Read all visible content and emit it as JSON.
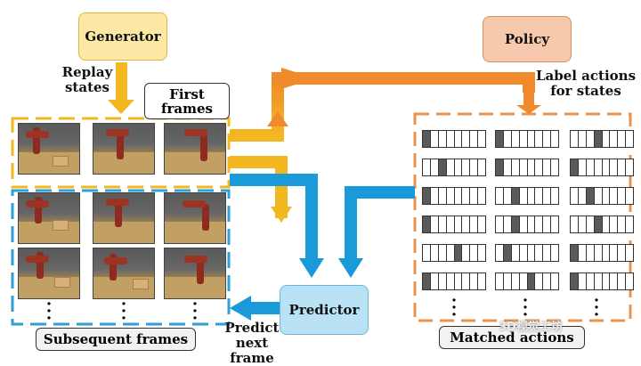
{
  "nodes": {
    "generator": "Generator",
    "policy": "Policy",
    "predictor": "Predictor"
  },
  "labels": {
    "replay_states": "Replay states",
    "label_actions": "Label actions for states",
    "predict_next_frame": "Predict next frame",
    "first_frames": "First frames",
    "subsequent_frames": "Subsequent frames",
    "matched_actions": "Matched actions"
  },
  "watermark": "3D视觉工坊",
  "colors": {
    "orange": "#f08a2a",
    "yellow": "#f3b820",
    "blue": "#1a9ad9",
    "dashed_orange": "#e8934e",
    "dashed_blue": "#2f9fd5"
  },
  "action_grid": {
    "columns": [
      {
        "rows": [
          [
            1,
            0,
            0,
            0,
            0,
            0,
            0,
            0
          ],
          [
            0,
            0,
            1,
            0,
            0,
            0,
            0,
            0
          ],
          [
            1,
            0,
            0,
            0,
            0,
            0,
            0,
            0
          ],
          [
            1,
            0,
            0,
            0,
            0,
            0,
            0,
            0
          ],
          [
            0,
            0,
            0,
            0,
            1,
            0,
            0,
            0
          ],
          [
            1,
            0,
            0,
            0,
            0,
            0,
            0,
            0
          ]
        ]
      },
      {
        "rows": [
          [
            1,
            0,
            0,
            0,
            0,
            0,
            0,
            0
          ],
          [
            1,
            0,
            0,
            0,
            0,
            0,
            0,
            0
          ],
          [
            0,
            0,
            1,
            0,
            0,
            0,
            0,
            0
          ],
          [
            0,
            0,
            1,
            0,
            0,
            0,
            0,
            0
          ],
          [
            0,
            1,
            0,
            0,
            0,
            0,
            0,
            0
          ],
          [
            0,
            0,
            0,
            0,
            1,
            0,
            0,
            0
          ]
        ]
      },
      {
        "rows": [
          [
            0,
            0,
            0,
            1,
            0,
            0,
            0,
            0
          ],
          [
            1,
            0,
            0,
            0,
            0,
            0,
            0,
            0
          ],
          [
            0,
            0,
            1,
            0,
            0,
            0,
            0,
            0
          ],
          [
            0,
            0,
            0,
            1,
            0,
            0,
            0,
            0
          ],
          [
            1,
            0,
            0,
            0,
            0,
            0,
            0,
            0
          ],
          [
            1,
            0,
            0,
            0,
            0,
            0,
            0,
            0
          ]
        ]
      }
    ]
  }
}
